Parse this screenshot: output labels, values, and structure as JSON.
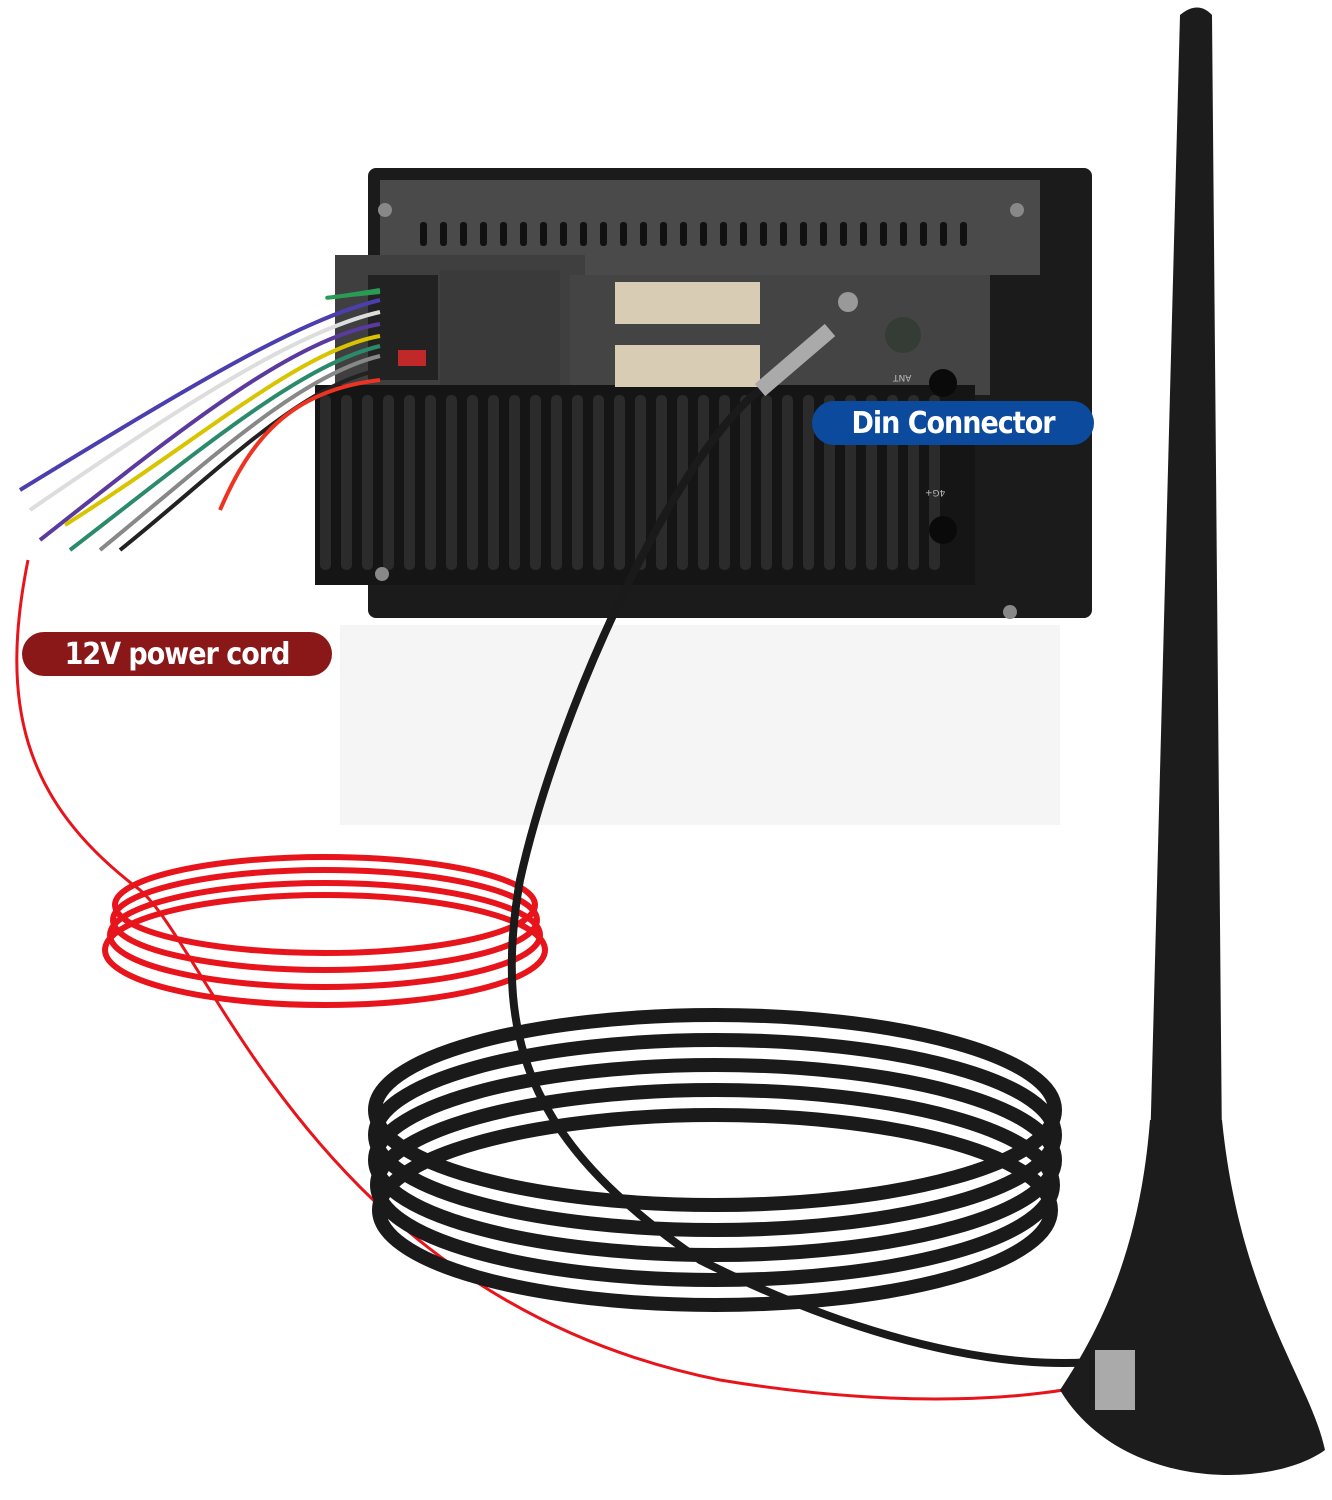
{
  "labels": {
    "din_connector": "Din Connector",
    "power_cord": "12V power cord"
  },
  "device_markings": {
    "ant": "ANT",
    "lte": "4G+"
  },
  "colors": {
    "din_label_bg": "#0c4a9e",
    "power_label_bg": "#8a1818",
    "power_cord": "#e8141c",
    "antenna": "#1a1a1a"
  },
  "icons": [
    "car-stereo-rear",
    "wire-harness",
    "antenna-mast",
    "coaxial-cable-coil",
    "red-wire-coil"
  ]
}
